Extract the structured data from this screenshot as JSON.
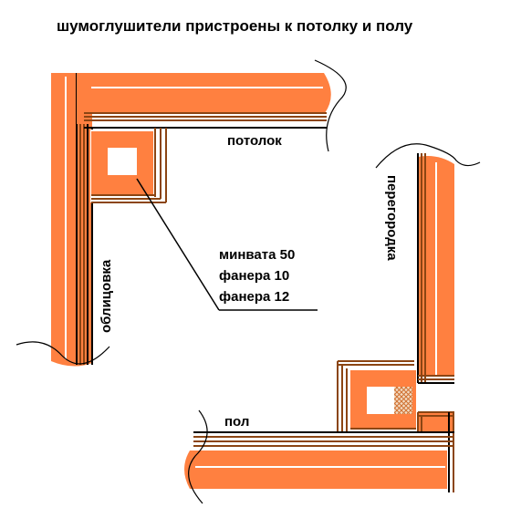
{
  "title": "шумоглушители пристроены к потолку и полу",
  "labels": {
    "ceiling": "потолок",
    "cladding": "облицовка",
    "partition": "перегородка",
    "floor": "пол"
  },
  "layers": [
    "минвата 50",
    "фанера 10",
    "фанера 12"
  ],
  "colors": {
    "insulation": "#ff8040",
    "wood": "#8b4513",
    "line": "#000000",
    "background": "#ffffff"
  }
}
